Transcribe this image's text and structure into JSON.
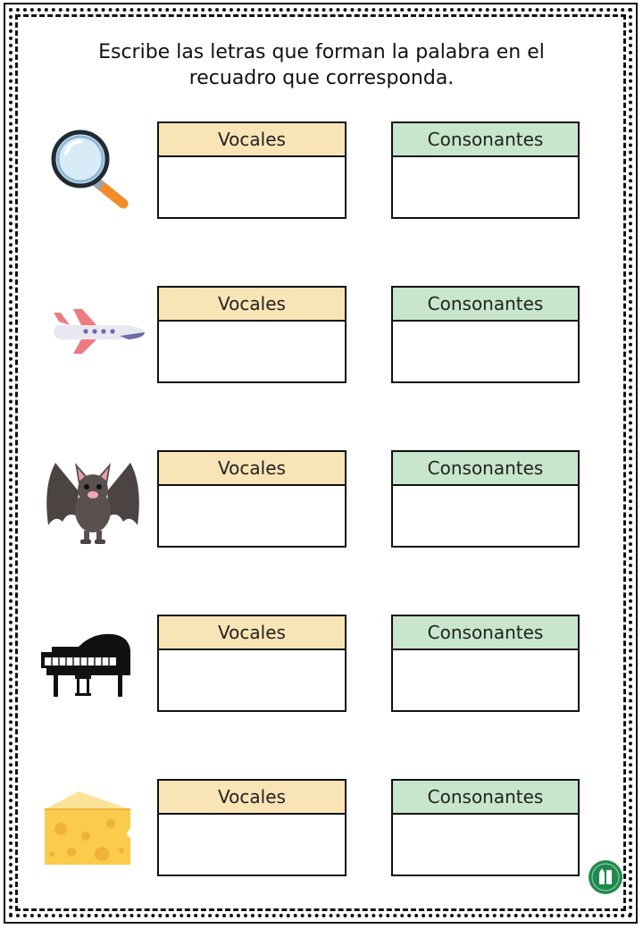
{
  "worksheet": {
    "instructions_line1": "Escribe las letras que forman la palabra en el",
    "instructions_line2": "recuadro que corresponda.",
    "vowels_label": "Vocales",
    "consonants_label": "Consonantes"
  },
  "rows": [
    {
      "icon": "magnifying-glass-icon"
    },
    {
      "icon": "airplane-icon"
    },
    {
      "icon": "bat-icon"
    },
    {
      "icon": "piano-icon"
    },
    {
      "icon": "cheese-icon"
    }
  ],
  "colors": {
    "vowels_header": "#f9e4b6",
    "consonants_header": "#c7e6cb",
    "border": "#111111",
    "badge": "#1f8a4c"
  }
}
